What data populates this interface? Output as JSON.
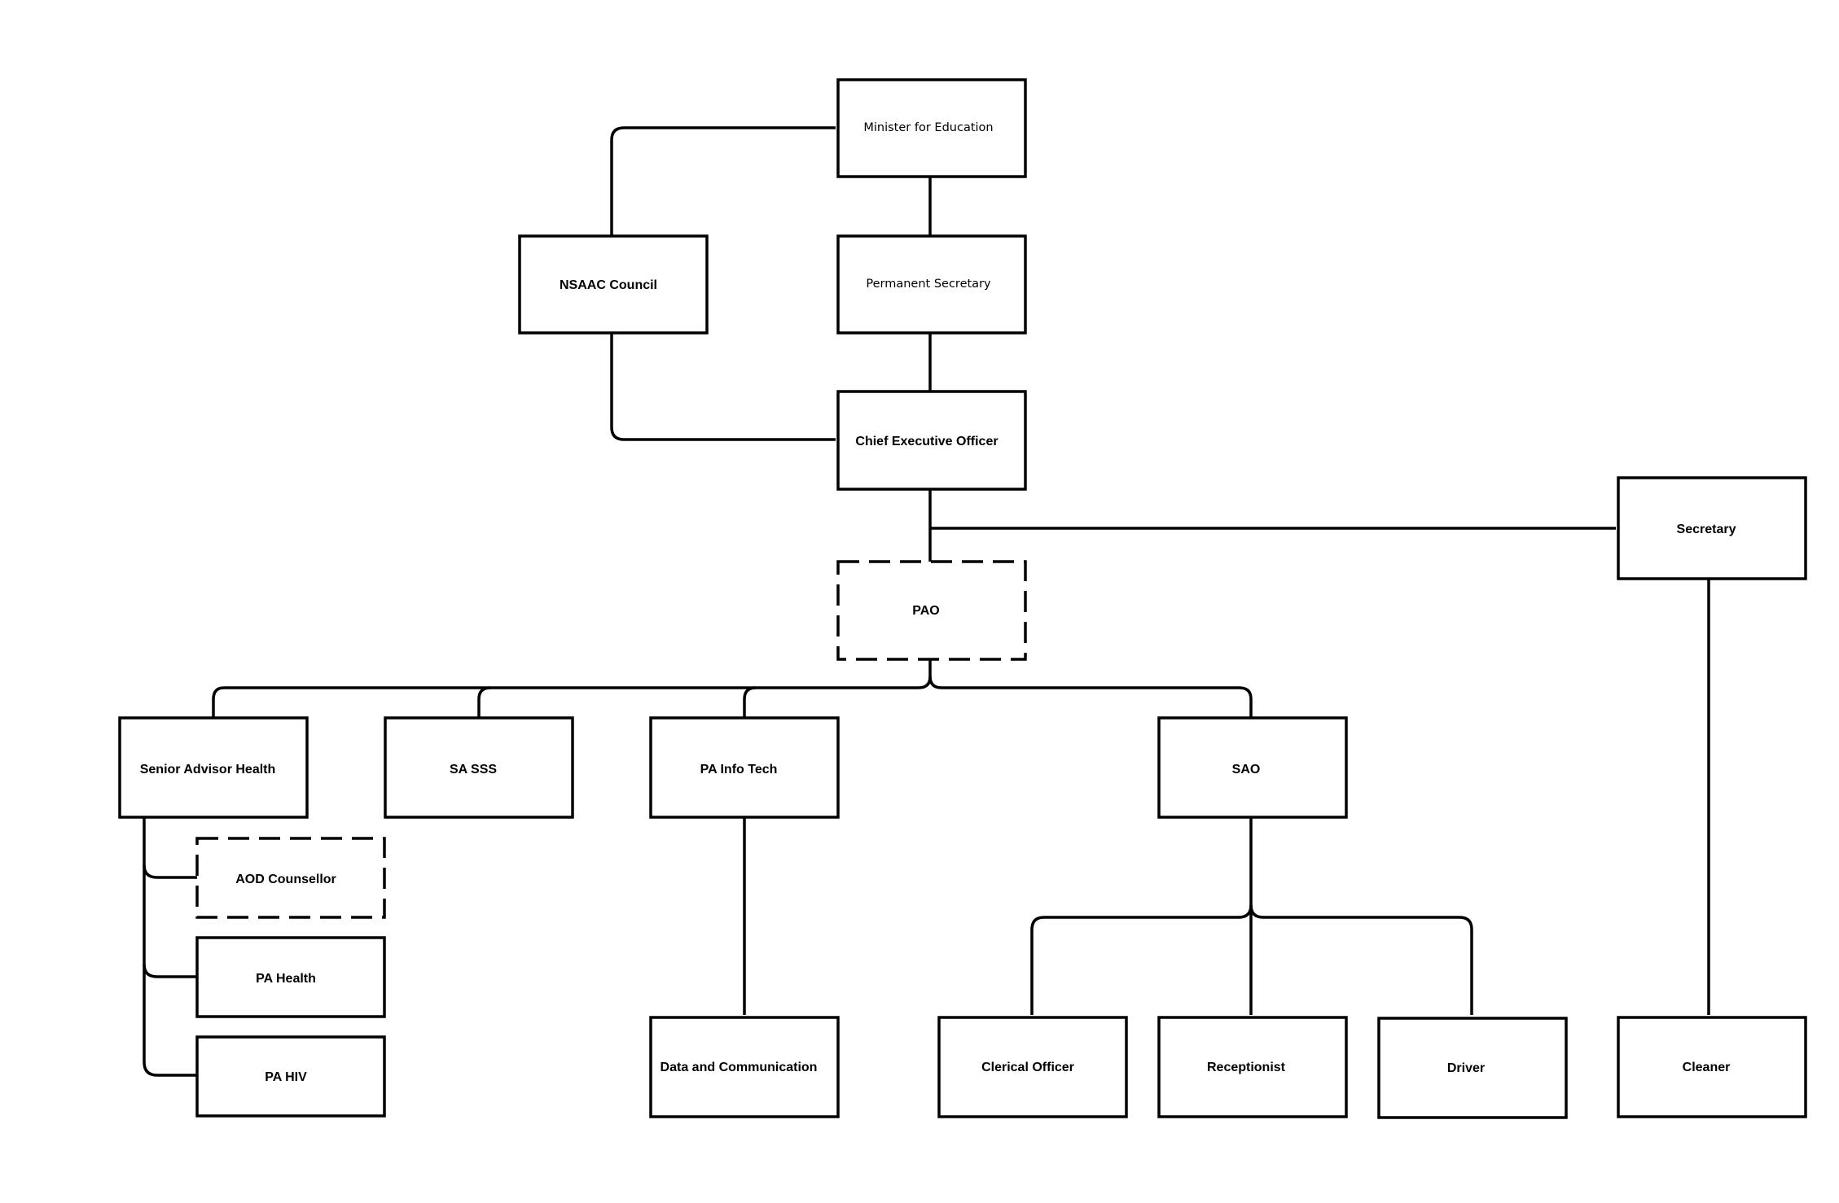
{
  "diagram": {
    "nodes": [
      {
        "id": "minister",
        "label": "Minister for Education"
      },
      {
        "id": "nsaac",
        "label": "NSAAC Council"
      },
      {
        "id": "perm-sec",
        "label": "Permanent Secretary"
      },
      {
        "id": "ceo",
        "label": "Chief Executive Officer"
      },
      {
        "id": "secretary",
        "label": "Secretary"
      },
      {
        "id": "pao",
        "label": "PAO"
      },
      {
        "id": "sa-health",
        "label": "Senior Advisor Health"
      },
      {
        "id": "sa-sss",
        "label": "SA SSS"
      },
      {
        "id": "pa-info-tech",
        "label": "PA Info Tech"
      },
      {
        "id": "sao",
        "label": "SAO"
      },
      {
        "id": "aod",
        "label": "AOD Counsellor"
      },
      {
        "id": "pa-health",
        "label": "PA Health"
      },
      {
        "id": "pa-hiv",
        "label": "PA HIV"
      },
      {
        "id": "data-comm",
        "label": "Data and Communication"
      },
      {
        "id": "clerical",
        "label": "Clerical Officer"
      },
      {
        "id": "receptionist",
        "label": "Receptionist"
      },
      {
        "id": "driver",
        "label": "Driver"
      },
      {
        "id": "cleaner",
        "label": "Cleaner"
      }
    ]
  }
}
